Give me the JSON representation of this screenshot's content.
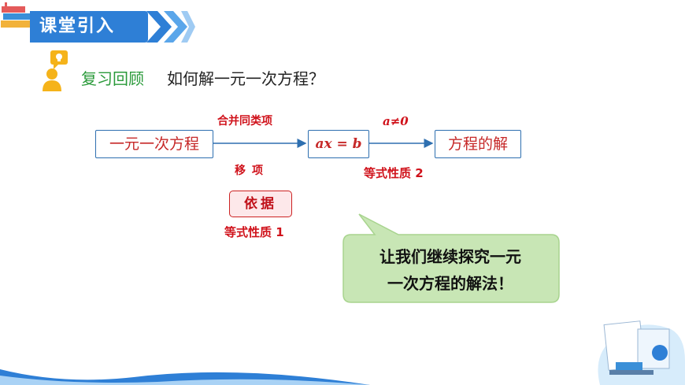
{
  "header": {
    "title": "课堂引入"
  },
  "review": {
    "label": "复习回顾",
    "question": "如何解一元一次方程？"
  },
  "flow": {
    "box1": "一元一次方程",
    "box2": "ax = b",
    "box3": "方程的解",
    "label_merge": "合并同类项",
    "label_move": "移项",
    "label_condition": "a≠0",
    "label_property2": "等式性质 2",
    "basis_label": "依据",
    "label_property1": "等式性质 1"
  },
  "bubble": {
    "line1": "让我们继续探究一元",
    "line2": "一次方程的解法！"
  },
  "colors": {
    "accent_blue": "#2e7fd6",
    "label_green": "#2a9a3a",
    "emphasis_red": "#d0121b",
    "bubble_green": "#c8e6b5"
  }
}
